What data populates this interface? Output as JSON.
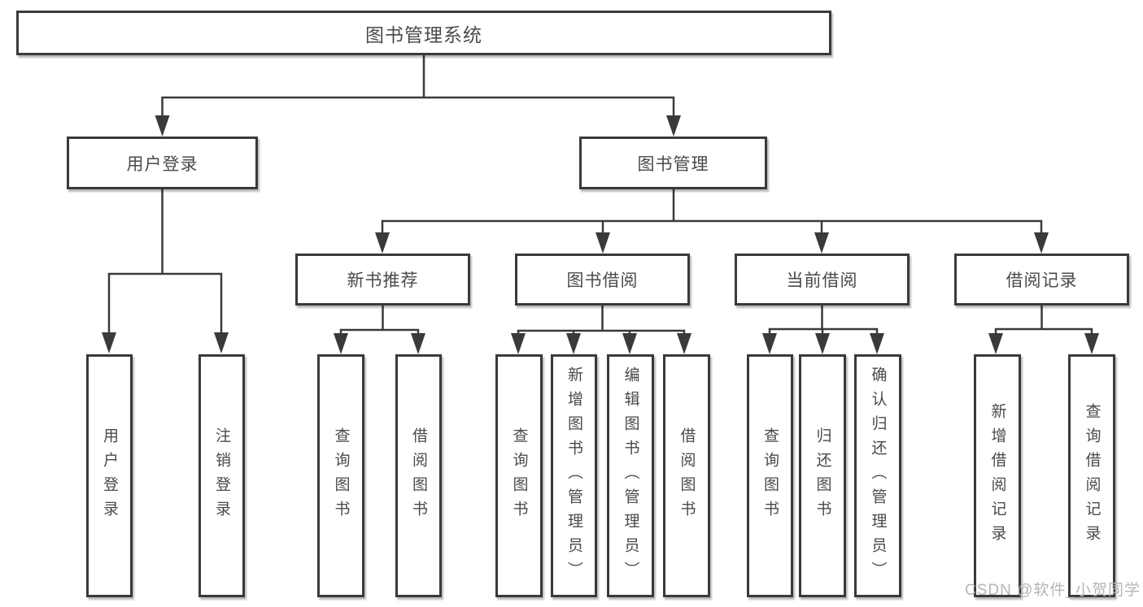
{
  "tree": {
    "root": {
      "label": "图书管理系统"
    },
    "branches": [
      {
        "label": "用户登录",
        "children": [
          "用户登录",
          "注销登录"
        ]
      },
      {
        "label": "图书管理",
        "sections": [
          {
            "label": "新书推荐",
            "children": [
              "查询图书",
              "借阅图书"
            ]
          },
          {
            "label": "图书借阅",
            "children": [
              "查询图书",
              "新增图书（管理员）",
              "编辑图书（管理员）",
              "借阅图书"
            ]
          },
          {
            "label": "当前借阅",
            "children": [
              "查询图书",
              "归还图书",
              "确认归还（管理员）"
            ]
          },
          {
            "label": "借阅记录",
            "children": [
              "新增借阅记录",
              "查询借阅记录"
            ]
          }
        ]
      }
    ]
  },
  "watermark": "CSDN @软件_小贺同学",
  "colors": {
    "line": "#3a3a3a",
    "text": "#4a4a4a",
    "watermark": "#b5b5b5",
    "background": "#ffffff"
  }
}
